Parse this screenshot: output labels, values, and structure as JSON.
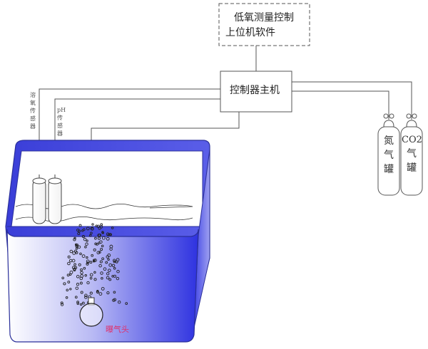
{
  "software_box": {
    "line1": "低氧测量控制",
    "line2": "上位机软件"
  },
  "controller": {
    "label": "控制器主机"
  },
  "sensors": {
    "do_sensor_label": [
      "溶",
      "氧",
      "传",
      "感",
      "器"
    ],
    "ph_sensor_label": [
      "pH",
      "传",
      "感",
      "器"
    ]
  },
  "tanks": {
    "nitrogen": [
      "氮",
      "气",
      "罐"
    ],
    "co2": [
      "CO2",
      "气",
      "罐"
    ]
  },
  "diffuser": {
    "label": "曝气头",
    "color": "#e0306a"
  },
  "colors": {
    "tank_border": "#2a2f9a",
    "tank_light": "#ffffff",
    "tank_dark": "#3b3fe6",
    "line": "#555555"
  }
}
